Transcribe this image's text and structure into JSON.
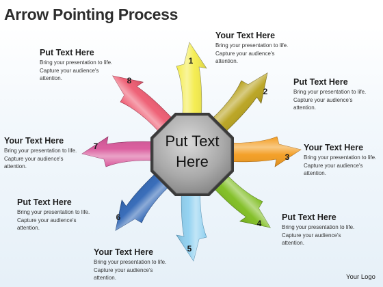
{
  "title": "Arrow Pointing Process",
  "center": {
    "line1": "Put Text",
    "line2": "Here"
  },
  "arrows": [
    {
      "number": "1",
      "color": "#f4ec4a"
    },
    {
      "number": "2",
      "color": "#b8a21c"
    },
    {
      "number": "3",
      "color": "#f39c1e"
    },
    {
      "number": "4",
      "color": "#7ebd1f"
    },
    {
      "number": "5",
      "color": "#8fd0f0"
    },
    {
      "number": "6",
      "color": "#2f66b6"
    },
    {
      "number": "7",
      "color": "#d9579a"
    },
    {
      "number": "8",
      "color": "#ee5a70"
    }
  ],
  "text_blocks": [
    {
      "heading": "Your Text Here",
      "line1": "Bring your presentation to life.",
      "line2": "Capture your audience's",
      "line3": "attention."
    },
    {
      "heading": "Put Text Here",
      "line1": "Bring your presentation to life.",
      "line2": "Capture your audience's",
      "line3": "attention."
    },
    {
      "heading": "Your Text Here",
      "line1": "Bring your presentation to life.",
      "line2": "Capture your audience's",
      "line3": "attention."
    },
    {
      "heading": "Put Text Here",
      "line1": "Bring your presentation to life.",
      "line2": "Capture your audience's",
      "line3": "attention."
    },
    {
      "heading": "Your Text Here",
      "line1": "Bring your presentation to life.",
      "line2": "Capture your audience's",
      "line3": "attention."
    },
    {
      "heading": "Put Text Here",
      "line1": "Bring your presentation to life.",
      "line2": "Capture your audience's",
      "line3": "attention."
    },
    {
      "heading": "Your Text Here",
      "line1": "Bring your presentation to life.",
      "line2": "Capture your audience's",
      "line3": "attention."
    },
    {
      "heading": "Put Text Here",
      "line1": "Bring your presentation to life.",
      "line2": "Capture your audience's",
      "line3": "attention."
    }
  ],
  "logo": "Your Logo"
}
